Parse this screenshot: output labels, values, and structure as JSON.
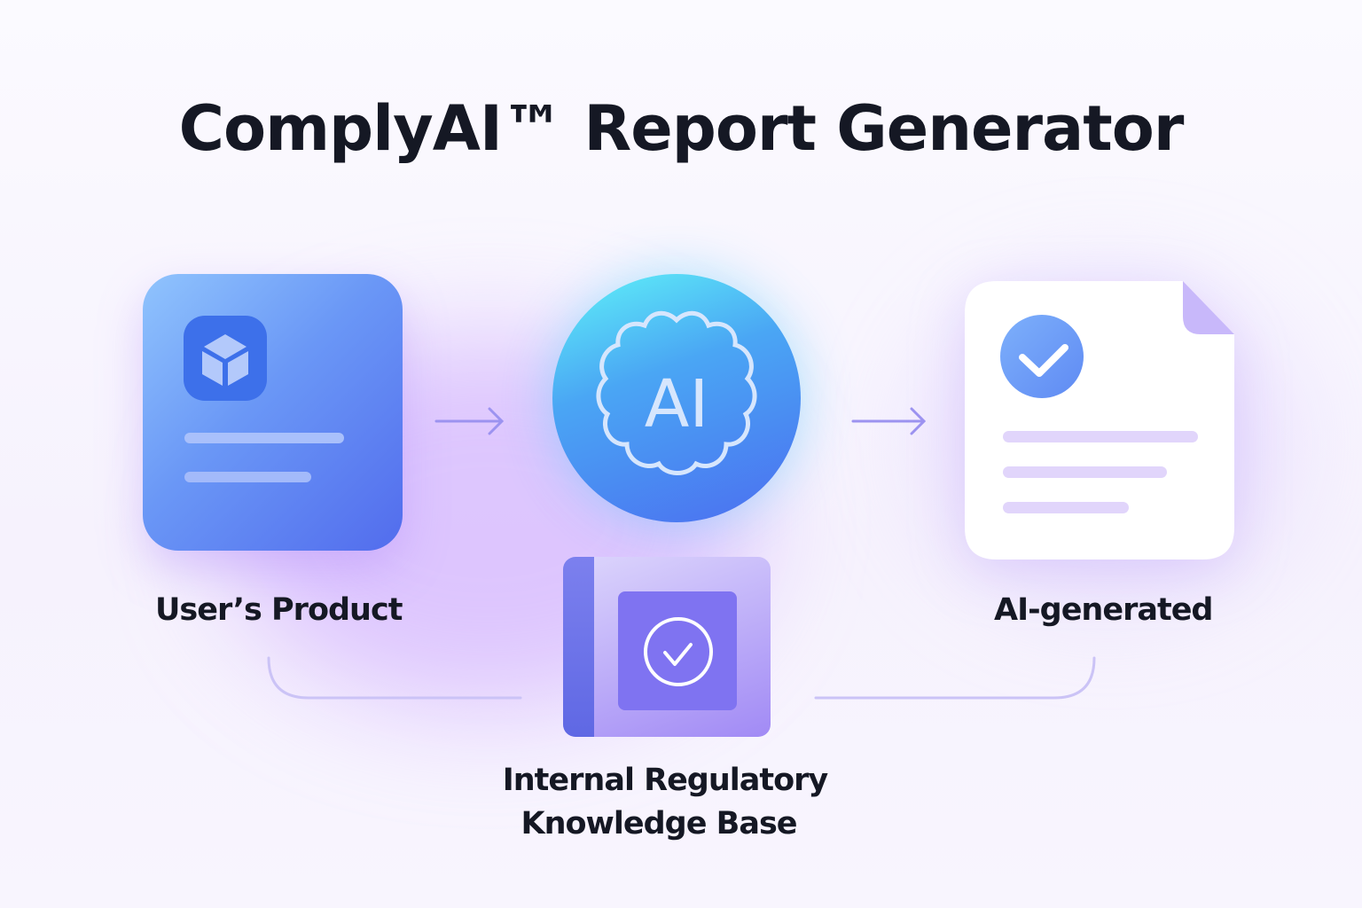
{
  "title": "ComplyAI™ Report Generator",
  "nodes": {
    "product": {
      "label": "User’s Product",
      "icon": "cube-icon"
    },
    "ai": {
      "label": "AI",
      "icon": "ai-badge-icon"
    },
    "report": {
      "label": "AI-generated",
      "icon": "check-circle-icon"
    },
    "knowledge_base": {
      "label_line1": "Internal Regulatory",
      "label_line2": "Knowledge Base",
      "icon": "check-circle-icon"
    }
  },
  "colors": {
    "accent": "#4b6ef0",
    "cyan": "#5ff3f8",
    "purple": "#7f73f1",
    "text": "#151824"
  }
}
